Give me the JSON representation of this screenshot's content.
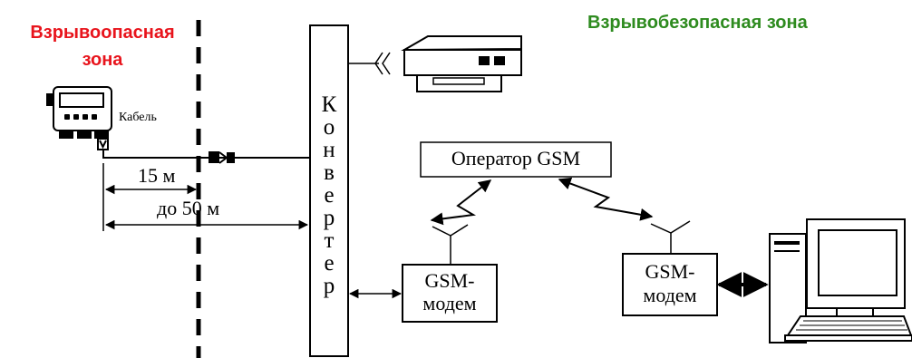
{
  "zones": {
    "hazardous_line1": "Взрывоопасная",
    "hazardous_line2": "зона",
    "safe": "Взрывобезопасная зона"
  },
  "labels": {
    "cable": "Кабель",
    "dist_short": "15 м",
    "dist_long": "до 50 м"
  },
  "converter": {
    "letters": [
      "К",
      "о",
      "н",
      "в",
      "е",
      "р",
      "т",
      "е",
      "р"
    ]
  },
  "operator": {
    "label": "Оператор GSM"
  },
  "modem_left": {
    "line1": "GSM-",
    "line2": "модем"
  },
  "modem_right": {
    "line1": "GSM-",
    "line2": "модем"
  },
  "colors": {
    "hazardous": "#e8141c",
    "safe": "#2e8b1f",
    "line": "#000000"
  }
}
